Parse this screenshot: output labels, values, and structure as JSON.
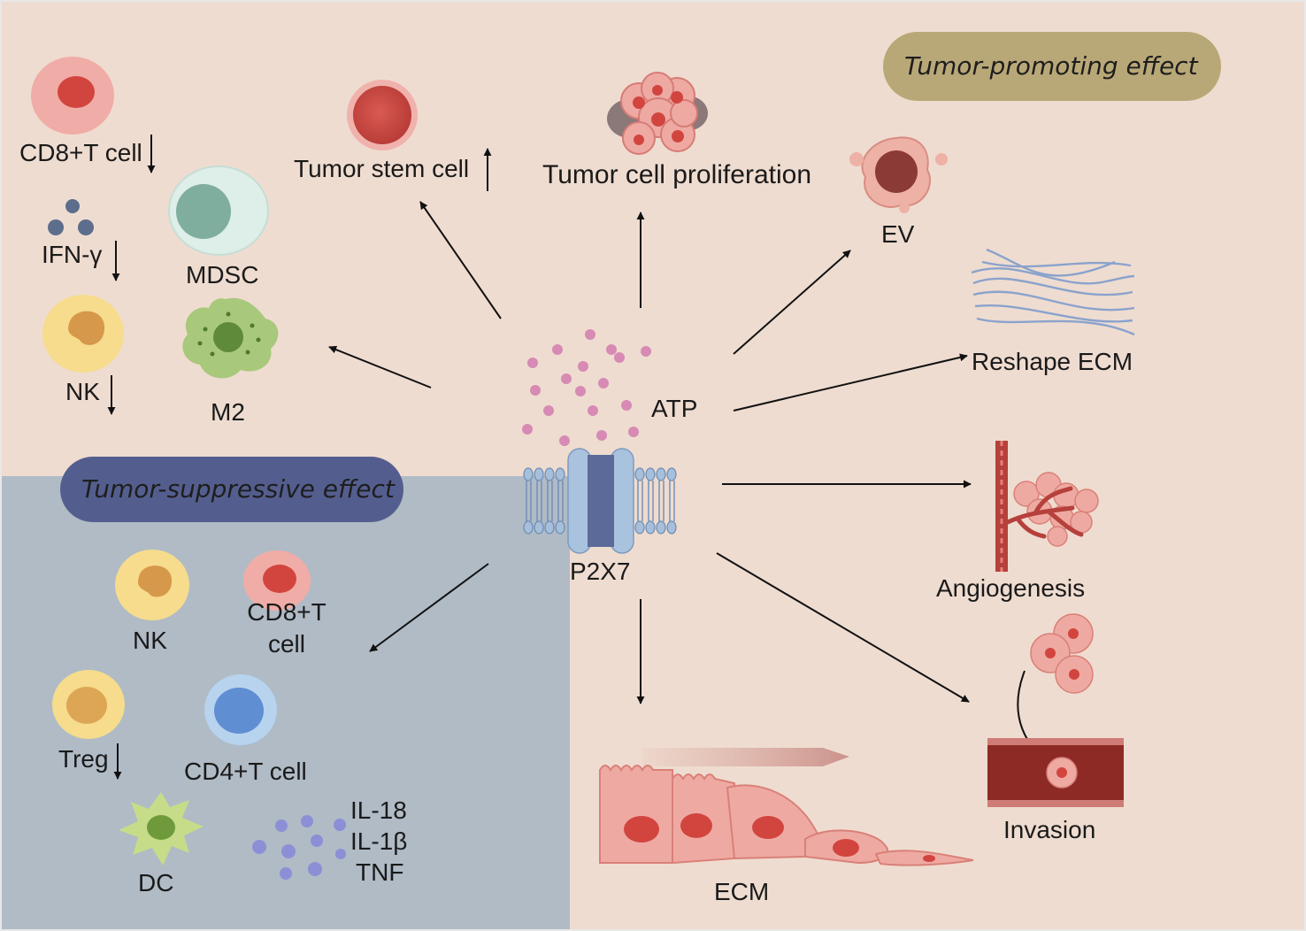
{
  "promoting": {
    "title": "Tumor-promoting effect",
    "labels": {
      "tumor_stem_cell": "Tumor stem cell",
      "tumor_cell_proliferation": "Tumor cell proliferation",
      "ev": "EV",
      "reshape_ecm": "Reshape ECM",
      "angiogenesis": "Angiogenesis",
      "invasion": "Invasion",
      "ecm": "ECM"
    }
  },
  "suppressive": {
    "title": "Tumor-suppressive effect",
    "labels": {
      "nk": "NK",
      "cd8_line1": "CD8+T",
      "cd8_line2": "cell",
      "treg": "Treg",
      "cd4_t_cell": "CD4+T cell",
      "dc": "DC",
      "il18": "IL-18",
      "il1b": "IL-1β",
      "tnf": "TNF"
    }
  },
  "immune_suppression": {
    "cd8_t_cell": "CD8+T cell",
    "ifn_gamma": "IFN-γ",
    "mdsc": "MDSC",
    "nk": "NK",
    "m2": "M2"
  },
  "center": {
    "atp": "ATP",
    "receptor": "P2X7"
  },
  "colors": {
    "promoting_background": "#efdcd0",
    "suppressive_background": "#b0bbc6",
    "promoting_pill": "#b9a877",
    "suppressive_pill": "#545e8e"
  }
}
